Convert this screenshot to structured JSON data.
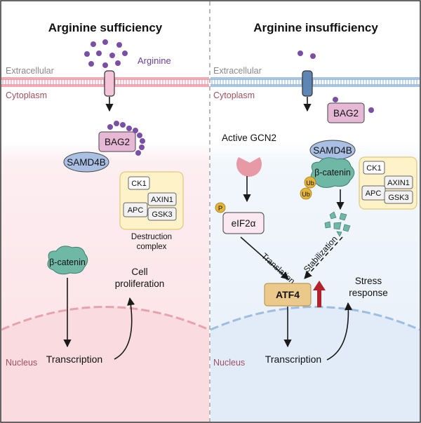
{
  "left": {
    "title": "Arginine sufficiency",
    "arginine_label": "Arginine",
    "extracellular": "Extracellular",
    "cytoplasm": "Cytoplasm",
    "bag2": "BAG2",
    "samd4b": "SAMD4B",
    "ck1": "CK1",
    "axin1": "AXIN1",
    "apc": "APC",
    "gsk3": "GSK3",
    "destruction_line1": "Destruction",
    "destruction_line2": "complex",
    "beta_catenin": "β-catenin",
    "cell_line1": "Cell",
    "cell_line2": "proliferation",
    "nucleus": "Nucleus",
    "transcription": "Transcription"
  },
  "right": {
    "title": "Arginine insufficiency",
    "extracellular": "Extracellular",
    "cytoplasm": "Cytoplasm",
    "bag2": "BAG2",
    "active_gcn2": "Active GCN2",
    "samd4b": "SAMD4B",
    "ck1": "CK1",
    "axin1": "AXIN1",
    "apc": "APC",
    "gsk3": "GSK3",
    "beta_catenin": "β-catenin",
    "ub1": "Ub",
    "ub2": "Ub",
    "p": "P",
    "eif2a": "eIF2α",
    "translation": "Translation",
    "stabilization": "Stabilization",
    "atf4": "ATF4",
    "stress_line1": "Stress",
    "stress_line2": "response",
    "nucleus": "Nucleus",
    "transcription": "Transcription"
  },
  "colors": {
    "left_bg": "#fbe4e8",
    "right_bg": "#e9f1fa",
    "arginine": "#7b4fa6",
    "bag2": "#e6b8d6",
    "samd4b": "#a9c0e4",
    "beta_catenin": "#6fb8a6",
    "complex_box": "#fdf2c8",
    "atf4": "#eac98a",
    "gcn2": "#e79aa6",
    "ub": "#e5b43a",
    "up_arrow": "#b3212a"
  }
}
